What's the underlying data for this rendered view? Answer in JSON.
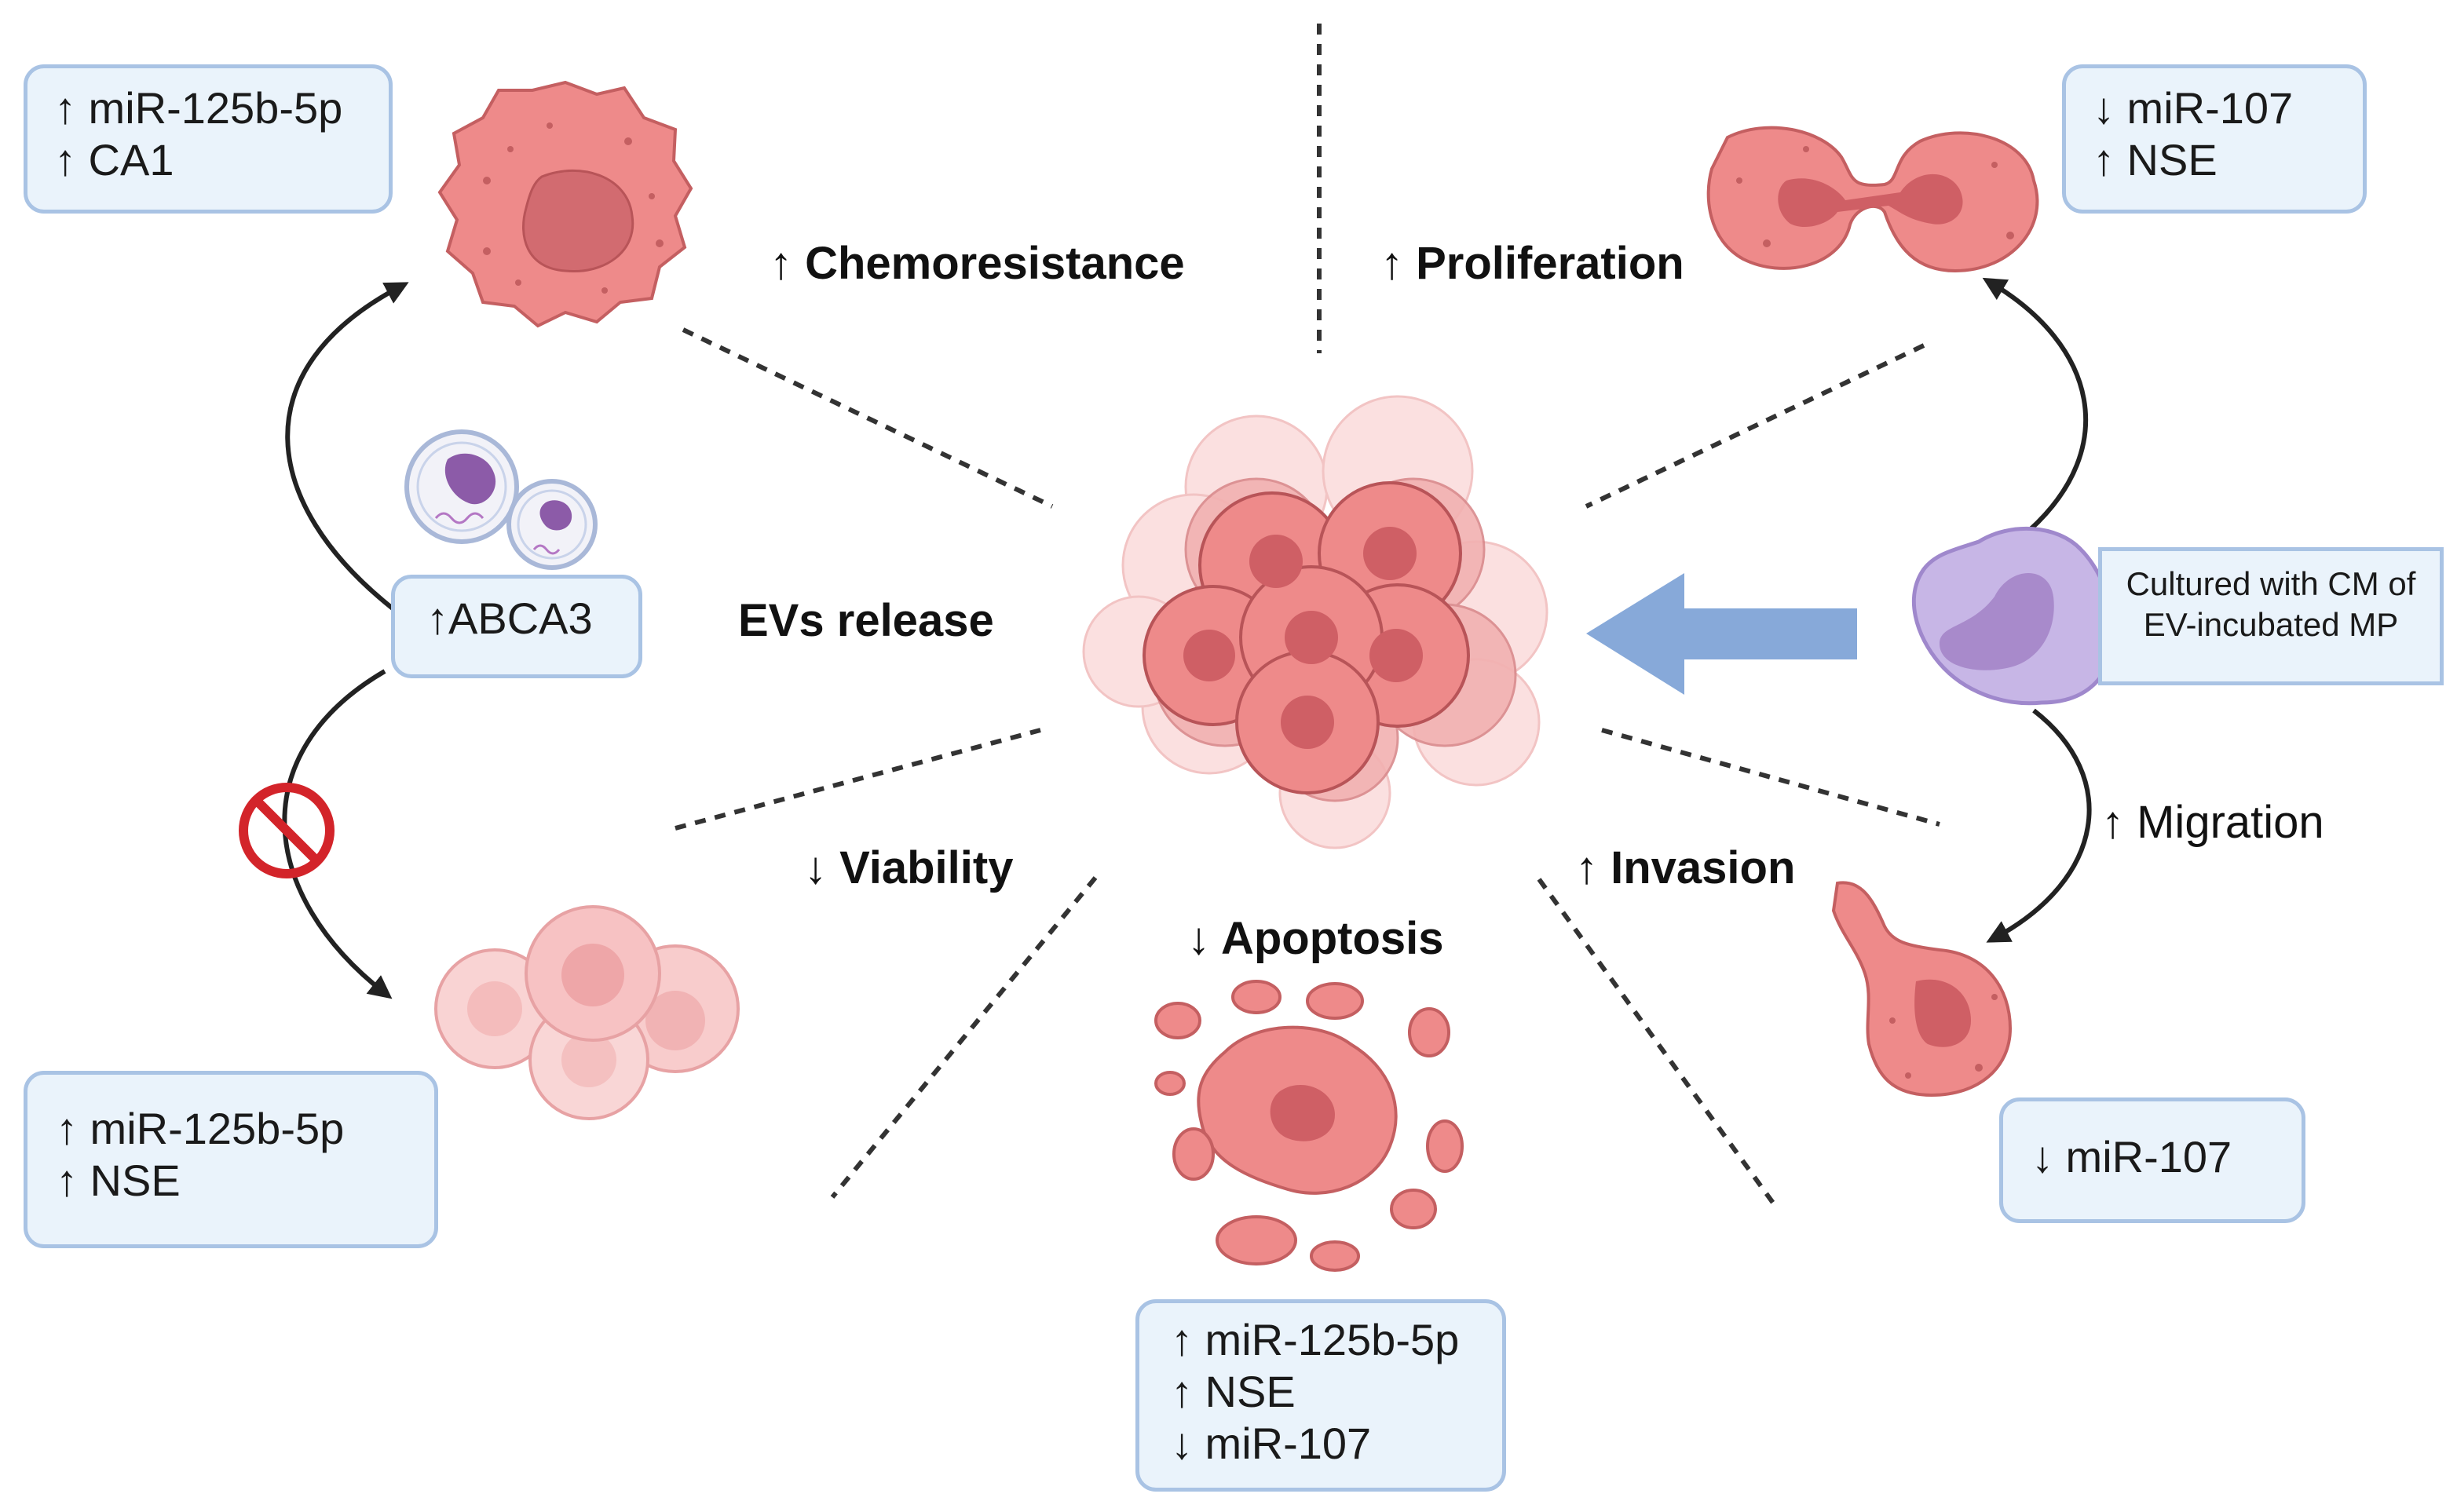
{
  "labels": {
    "chemoresistance": "↑ Chemoresistance",
    "proliferation": "↑ Proliferation",
    "evs_release": "EVs release",
    "viability": "↓ Viability",
    "apoptosis": "↓ Apoptosis",
    "invasion": "↑ Invasion",
    "migration": "↑ Migration"
  },
  "boxes": {
    "top_left": [
      "↑ miR-125b-5p",
      "↑ CA1"
    ],
    "abca3": [
      "↑ABCA3"
    ],
    "bottom_left": [
      "↑ miR-125b-5p",
      "↑ NSE"
    ],
    "top_right": [
      "↓ miR-107",
      "↑ NSE"
    ],
    "culture": [
      "Cultured with CM of",
      "EV-incubated MP"
    ],
    "bottom_right": [
      "↓ miR-107"
    ],
    "bottom_center": [
      "↑ miR-125b-5p",
      "↑ NSE",
      "↓ miR-107"
    ]
  },
  "colors": {
    "cell_fill": "#ee8a8a",
    "cell_stroke": "#c45f61",
    "nucleus": "#d26b70",
    "pale_cell": "#f6c4c4",
    "macrophage": "#c7b6e6",
    "macrophage_nucleus": "#a88acb",
    "arrow_blue": "#87a9d9",
    "inhibit_red": "#d3242a",
    "box_fill": "#eaf3fb",
    "box_border": "#a9c3e4"
  }
}
